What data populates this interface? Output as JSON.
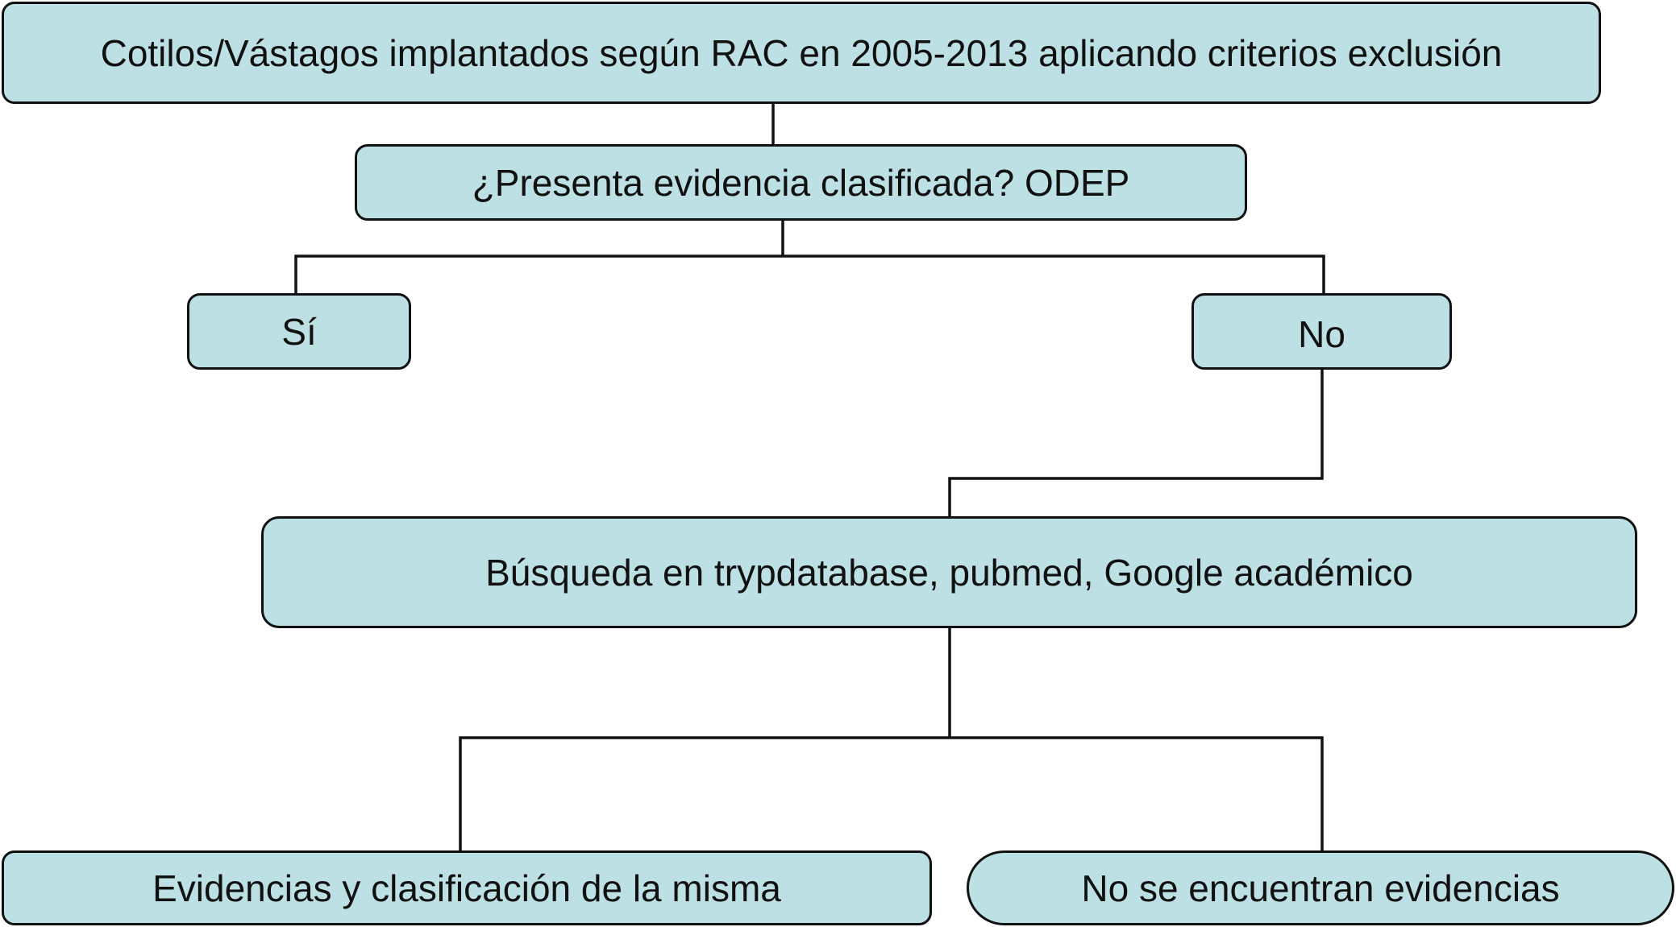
{
  "diagram": {
    "colors": {
      "box_fill": "#bce0e4",
      "stroke": "#111111",
      "background": "#ffffff"
    },
    "nodes": {
      "root": "Cotilos/Vástagos implantados según RAC en 2005-2013 aplicando criterios exclusión",
      "question": "¿Presenta evidencia clasificada? ODEP",
      "yes": "Sí",
      "no": "No",
      "search": "Búsqueda en trypdatabase, pubmed, Google académico",
      "evidence": "Evidencias y clasificación de la misma",
      "no_evidence": "No se encuentran evidencias"
    }
  }
}
